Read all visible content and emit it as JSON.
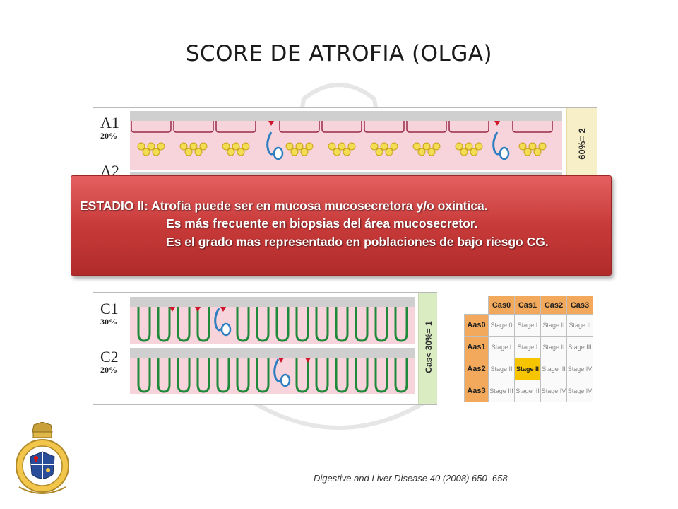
{
  "slide": {
    "title": "SCORE DE ATROFIA (OLGA)",
    "citation": "Digestive and Liver Disease 40 (2008) 650–658"
  },
  "figure": {
    "rows_top": [
      {
        "code": "A1",
        "pct": "20%"
      },
      {
        "code": "A2",
        "pct": ""
      }
    ],
    "rows_bottom": [
      {
        "code": "C1",
        "pct": "30%"
      },
      {
        "code": "C2",
        "pct": "20%"
      }
    ],
    "sidebar_top_text": "60%= 2",
    "sidebar_bottom_text": "Cas< 30%= 1"
  },
  "callout": {
    "line1": "ESTADIO II:  Atrofia puede ser en mucosa mucosecretora  y/o oxintica.",
    "line2": "Es más frecuente en biopsias del área  mucosecretor.",
    "line3": "Es el grado mas representado en poblaciones de bajo riesgo CG."
  },
  "stage_table": {
    "columns": [
      "Cas0",
      "Cas1",
      "Cas2",
      "Cas3"
    ],
    "rows": [
      {
        "label": "Aas0",
        "cells": [
          "Stage 0",
          "Stage I",
          "Stage II",
          "Stage II"
        ]
      },
      {
        "label": "Aas1",
        "cells": [
          "Stage I",
          "Stage I",
          "Stage II",
          "Stage III"
        ]
      },
      {
        "label": "Aas2",
        "cells": [
          "Stage II",
          "Stage II",
          "Stage III",
          "Stage IV"
        ]
      },
      {
        "label": "Aas3",
        "cells": [
          "Stage III",
          "Stage III",
          "Stage IV",
          "Stage IV"
        ]
      }
    ],
    "highlight": {
      "row": 2,
      "col": 1
    },
    "highlight_color": "#f7c400",
    "header_color": "#f3a95b"
  },
  "colors": {
    "callout": "#c83a3a",
    "mucosa_pink": "#f7d3dc",
    "gland_green": "#1f8a3a",
    "gland_yellow": "#f3dd52",
    "gland_blue": "#2f7fc0",
    "marker_red": "#d0152b"
  },
  "icons": {
    "crest": "university-crest-icon",
    "marker": "red-triangle-marker-icon"
  }
}
